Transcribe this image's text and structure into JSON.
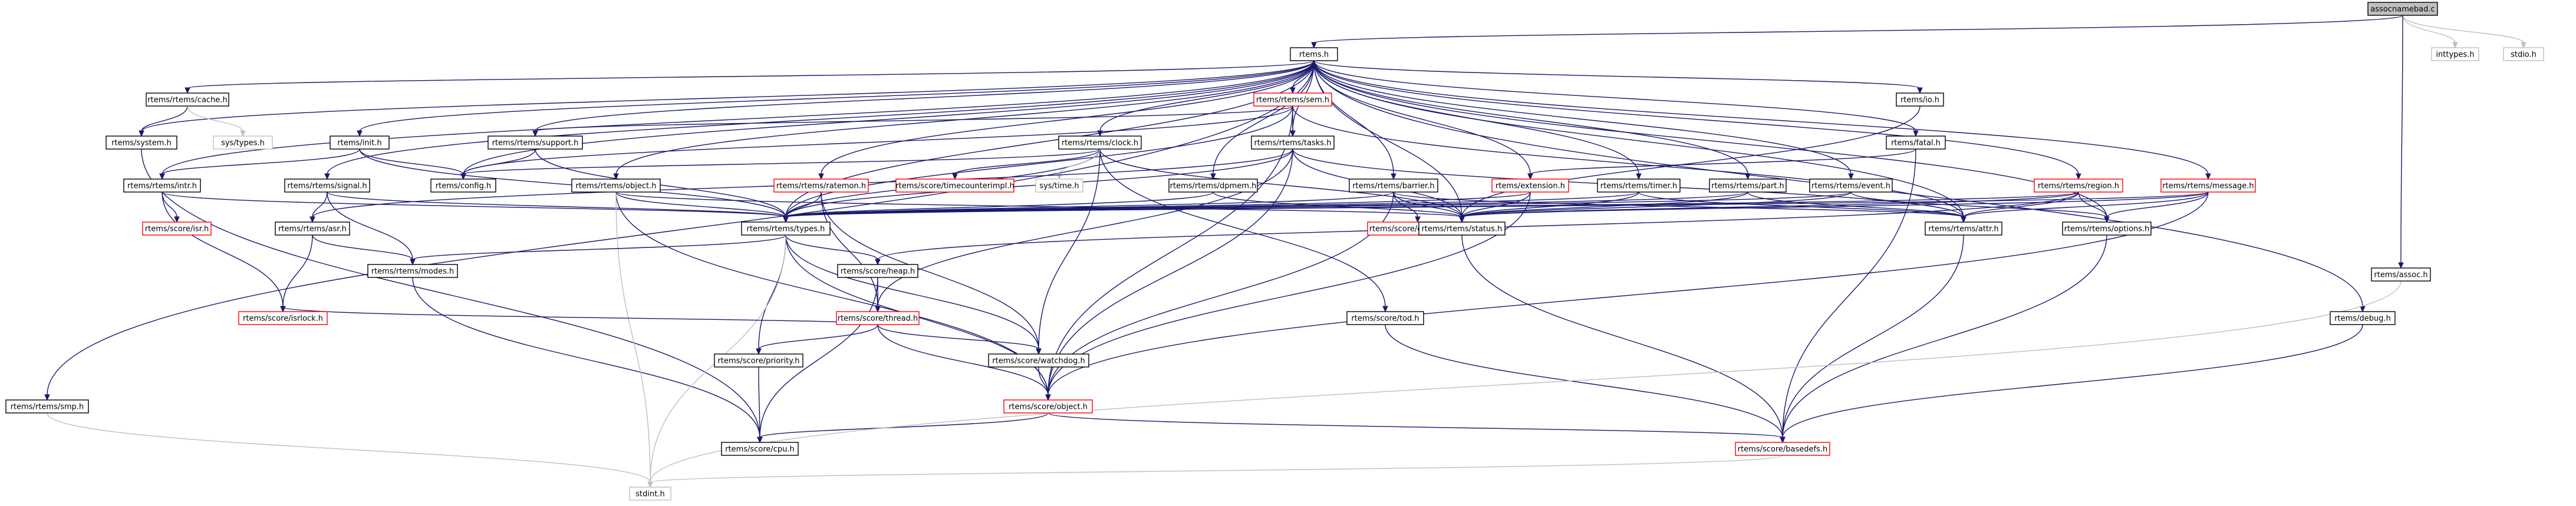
{
  "diagram": {
    "nodes": [
      {
        "id": "assocnamebad",
        "label": "assocnamebad.c",
        "style": "root"
      },
      {
        "id": "rtems_h",
        "label": "rtems.h",
        "style": "normal"
      },
      {
        "id": "inttypes",
        "label": "inttypes.h",
        "style": "gray"
      },
      {
        "id": "stdio",
        "label": "stdio.h",
        "style": "gray"
      },
      {
        "id": "cache",
        "label": "rtems/rtems/cache.h",
        "style": "normal"
      },
      {
        "id": "system",
        "label": "rtems/system.h",
        "style": "normal"
      },
      {
        "id": "systypes",
        "label": "sys/types.h",
        "style": "gray"
      },
      {
        "id": "init",
        "label": "rtems/init.h",
        "style": "normal"
      },
      {
        "id": "intr",
        "label": "rtems/rtems/intr.h",
        "style": "normal"
      },
      {
        "id": "isr_score",
        "label": "rtems/score/isr.h",
        "style": "red"
      },
      {
        "id": "smp",
        "label": "rtems/rtems/smp.h",
        "style": "normal"
      },
      {
        "id": "signal",
        "label": "rtems/rtems/signal.h",
        "style": "normal"
      },
      {
        "id": "asr",
        "label": "rtems/rtems/asr.h",
        "style": "normal"
      },
      {
        "id": "modes",
        "label": "rtems/rtems/modes.h",
        "style": "normal"
      },
      {
        "id": "isrlock",
        "label": "rtems/score/isrlock.h",
        "style": "red"
      },
      {
        "id": "config",
        "label": "rtems/config.h",
        "style": "normal"
      },
      {
        "id": "support",
        "label": "rtems/rtems/support.h",
        "style": "normal"
      },
      {
        "id": "sem",
        "label": "rtems/rtems/sem.h",
        "style": "red"
      },
      {
        "id": "object_rtems",
        "label": "rtems/rtems/object.h",
        "style": "normal"
      },
      {
        "id": "types",
        "label": "rtems/rtems/types.h",
        "style": "normal"
      },
      {
        "id": "clock",
        "label": "rtems/rtems/clock.h",
        "style": "normal"
      },
      {
        "id": "ratemon",
        "label": "rtems/rtems/ratemon.h",
        "style": "red"
      },
      {
        "id": "timecounterimpl",
        "label": "rtems/score/timecounterimpl.h",
        "style": "red"
      },
      {
        "id": "systime",
        "label": "sys/time.h",
        "style": "gray"
      },
      {
        "id": "tasks",
        "label": "rtems/rtems/tasks.h",
        "style": "normal"
      },
      {
        "id": "dpmem",
        "label": "rtems/rtems/dpmem.h",
        "style": "normal"
      },
      {
        "id": "barrier",
        "label": "rtems/rtems/barrier.h",
        "style": "normal"
      },
      {
        "id": "corebarrier",
        "label": "rtems/score/corebarrier.h",
        "style": "red"
      },
      {
        "id": "extension",
        "label": "rtems/extension.h",
        "style": "red"
      },
      {
        "id": "timer",
        "label": "rtems/rtems/timer.h",
        "style": "normal"
      },
      {
        "id": "part",
        "label": "rtems/rtems/part.h",
        "style": "normal"
      },
      {
        "id": "event",
        "label": "rtems/rtems/event.h",
        "style": "normal"
      },
      {
        "id": "fatal",
        "label": "rtems/fatal.h",
        "style": "normal"
      },
      {
        "id": "io",
        "label": "rtems/io.h",
        "style": "normal"
      },
      {
        "id": "region",
        "label": "rtems/rtems/region.h",
        "style": "red"
      },
      {
        "id": "message",
        "label": "rtems/rtems/message.h",
        "style": "red"
      },
      {
        "id": "status",
        "label": "rtems/rtems/status.h",
        "style": "normal"
      },
      {
        "id": "attr",
        "label": "rtems/rtems/attr.h",
        "style": "normal"
      },
      {
        "id": "options",
        "label": "rtems/rtems/options.h",
        "style": "normal"
      },
      {
        "id": "heap",
        "label": "rtems/score/heap.h",
        "style": "normal"
      },
      {
        "id": "thread",
        "label": "rtems/score/thread.h",
        "style": "red"
      },
      {
        "id": "watchdog",
        "label": "rtems/score/watchdog.h",
        "style": "normal"
      },
      {
        "id": "priority",
        "label": "rtems/score/priority.h",
        "style": "normal"
      },
      {
        "id": "tod",
        "label": "rtems/score/tod.h",
        "style": "normal"
      },
      {
        "id": "object_score",
        "label": "rtems/score/object.h",
        "style": "red"
      },
      {
        "id": "cpu",
        "label": "rtems/score/cpu.h",
        "style": "normal"
      },
      {
        "id": "basedefs",
        "label": "rtems/score/basedefs.h",
        "style": "red"
      },
      {
        "id": "stdint",
        "label": "stdint.h",
        "style": "gray"
      },
      {
        "id": "debug",
        "label": "rtems/debug.h",
        "style": "normal"
      },
      {
        "id": "assoc",
        "label": "rtems/assoc.h",
        "style": "normal"
      }
    ],
    "edges": [
      [
        "assocnamebad",
        "rtems_h"
      ],
      [
        "assocnamebad",
        "inttypes"
      ],
      [
        "assocnamebad",
        "stdio"
      ],
      [
        "assocnamebad",
        "assoc"
      ],
      [
        "rtems_h",
        "cache"
      ],
      [
        "rtems_h",
        "system"
      ],
      [
        "rtems_h",
        "init"
      ],
      [
        "rtems_h",
        "intr"
      ],
      [
        "rtems_h",
        "smp"
      ],
      [
        "rtems_h",
        "signal"
      ],
      [
        "rtems_h",
        "config"
      ],
      [
        "rtems_h",
        "support"
      ],
      [
        "rtems_h",
        "sem"
      ],
      [
        "rtems_h",
        "object_rtems"
      ],
      [
        "rtems_h",
        "types"
      ],
      [
        "rtems_h",
        "clock"
      ],
      [
        "rtems_h",
        "ratemon"
      ],
      [
        "rtems_h",
        "tasks"
      ],
      [
        "rtems_h",
        "dpmem"
      ],
      [
        "rtems_h",
        "barrier"
      ],
      [
        "rtems_h",
        "extension"
      ],
      [
        "rtems_h",
        "timer"
      ],
      [
        "rtems_h",
        "part"
      ],
      [
        "rtems_h",
        "event"
      ],
      [
        "rtems_h",
        "fatal"
      ],
      [
        "rtems_h",
        "io"
      ],
      [
        "rtems_h",
        "region"
      ],
      [
        "rtems_h",
        "message"
      ],
      [
        "rtems_h",
        "status"
      ],
      [
        "rtems_h",
        "debug"
      ],
      [
        "rtems_h",
        "attr"
      ],
      [
        "rtems_h",
        "options"
      ],
      [
        "cache",
        "system"
      ],
      [
        "cache",
        "systypes"
      ],
      [
        "system",
        "cpu"
      ],
      [
        "init",
        "intr"
      ],
      [
        "init",
        "config"
      ],
      [
        "init",
        "types"
      ],
      [
        "intr",
        "isr_score"
      ],
      [
        "intr",
        "types"
      ],
      [
        "intr",
        "isrlock"
      ],
      [
        "smp",
        "stdint"
      ],
      [
        "signal",
        "asr"
      ],
      [
        "signal",
        "modes"
      ],
      [
        "signal",
        "types"
      ],
      [
        "asr",
        "modes"
      ],
      [
        "asr",
        "isrlock"
      ],
      [
        "modes",
        "cpu"
      ],
      [
        "support",
        "config"
      ],
      [
        "support",
        "types"
      ],
      [
        "sem",
        "support"
      ],
      [
        "sem",
        "tasks"
      ],
      [
        "sem",
        "config"
      ],
      [
        "sem",
        "attr"
      ],
      [
        "sem",
        "object_score"
      ],
      [
        "sem",
        "types"
      ],
      [
        "object_rtems",
        "types"
      ],
      [
        "object_rtems",
        "status"
      ],
      [
        "object_rtems",
        "object_score"
      ],
      [
        "object_rtems",
        "stdint"
      ],
      [
        "types",
        "heap"
      ],
      [
        "types",
        "object_score"
      ],
      [
        "types",
        "priority"
      ],
      [
        "types",
        "watchdog"
      ],
      [
        "types",
        "modes"
      ],
      [
        "types",
        "stdint"
      ],
      [
        "clock",
        "types"
      ],
      [
        "clock",
        "config"
      ],
      [
        "clock",
        "status"
      ],
      [
        "clock",
        "watchdog"
      ],
      [
        "clock",
        "tod"
      ],
      [
        "clock",
        "timecounterimpl"
      ],
      [
        "clock",
        "systime"
      ],
      [
        "ratemon",
        "types"
      ],
      [
        "ratemon",
        "thread"
      ],
      [
        "ratemon",
        "watchdog"
      ],
      [
        "tasks",
        "types"
      ],
      [
        "tasks",
        "attr"
      ],
      [
        "tasks",
        "status"
      ],
      [
        "tasks",
        "thread"
      ],
      [
        "tasks",
        "object_score"
      ],
      [
        "tasks",
        "asr"
      ],
      [
        "dpmem",
        "types"
      ],
      [
        "dpmem",
        "status"
      ],
      [
        "barrier",
        "types"
      ],
      [
        "barrier",
        "status"
      ],
      [
        "barrier",
        "attr"
      ],
      [
        "barrier",
        "corebarrier"
      ],
      [
        "barrier",
        "object_score"
      ],
      [
        "extension",
        "types"
      ],
      [
        "extension",
        "status"
      ],
      [
        "extension",
        "object_score"
      ],
      [
        "timer",
        "types"
      ],
      [
        "timer",
        "status"
      ],
      [
        "timer",
        "attr"
      ],
      [
        "part",
        "types"
      ],
      [
        "part",
        "status"
      ],
      [
        "part",
        "attr"
      ],
      [
        "event",
        "types"
      ],
      [
        "event",
        "status"
      ],
      [
        "event",
        "options"
      ],
      [
        "fatal",
        "basedefs"
      ],
      [
        "fatal",
        "extension"
      ],
      [
        "io",
        "status"
      ],
      [
        "region",
        "types"
      ],
      [
        "region",
        "status"
      ],
      [
        "region",
        "attr"
      ],
      [
        "region",
        "options"
      ],
      [
        "region",
        "heap"
      ],
      [
        "message",
        "types"
      ],
      [
        "message",
        "status"
      ],
      [
        "message",
        "attr"
      ],
      [
        "message",
        "options"
      ],
      [
        "message",
        "object_score"
      ],
      [
        "status",
        "basedefs"
      ],
      [
        "attr",
        "basedefs"
      ],
      [
        "options",
        "basedefs"
      ],
      [
        "heap",
        "thread"
      ],
      [
        "heap",
        "cpu"
      ],
      [
        "thread",
        "isrlock"
      ],
      [
        "thread",
        "priority"
      ],
      [
        "thread",
        "watchdog"
      ],
      [
        "thread",
        "object_score"
      ],
      [
        "watchdog",
        "object_score"
      ],
      [
        "priority",
        "cpu"
      ],
      [
        "tod",
        "basedefs"
      ],
      [
        "object_score",
        "cpu"
      ],
      [
        "object_score",
        "basedefs"
      ],
      [
        "basedefs",
        "stdint"
      ],
      [
        "debug",
        "basedefs"
      ],
      [
        "assoc",
        "stdint"
      ]
    ]
  }
}
